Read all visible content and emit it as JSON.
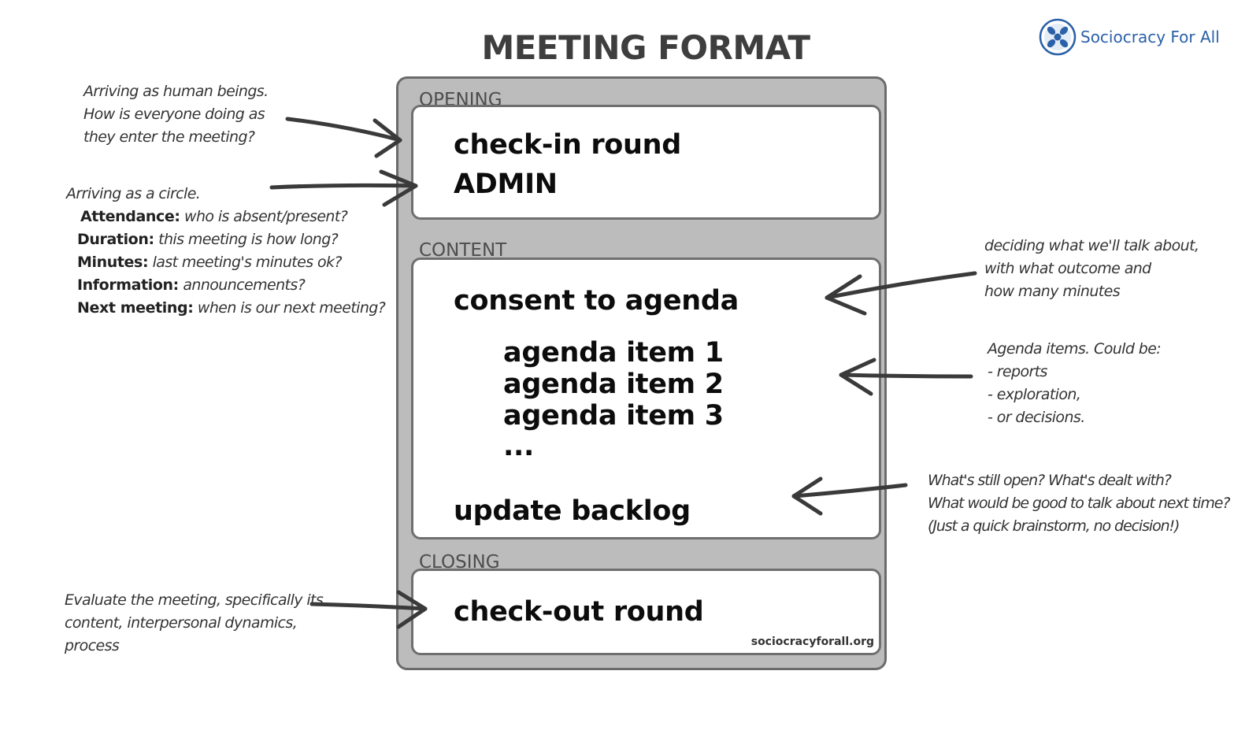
{
  "title": "MEETING FORMAT",
  "logo": {
    "text": "Sociocracy For All",
    "icon": "sociocracy-logo-icon",
    "color": "#2b61a8"
  },
  "sections": {
    "opening": {
      "label": "OPENING",
      "items": [
        "check-in round",
        "ADMIN"
      ]
    },
    "content": {
      "label": "CONTENT",
      "consent": "consent to agenda",
      "agenda_items": [
        "agenda item 1",
        "agenda item 2",
        "agenda item 3",
        "..."
      ],
      "update": "update backlog"
    },
    "closing": {
      "label": "CLOSING",
      "item": "check-out round",
      "url": "sociocracyforall.org"
    }
  },
  "notes": {
    "checkin": [
      "Arriving as human beings.",
      "How is everyone doing as",
      "they enter the meeting?"
    ],
    "admin": {
      "intro": "Arriving as a circle.",
      "items": [
        {
          "key": "Attendance:",
          "text": "who is absent/present?"
        },
        {
          "key": "Duration:",
          "text": "this meeting is how long?"
        },
        {
          "key": "Minutes:",
          "text": "last meeting's minutes ok?"
        },
        {
          "key": "Information:",
          "text": "announcements?"
        },
        {
          "key": "Next meeting:",
          "text": "when is our next meeting?"
        }
      ]
    },
    "consent": [
      "deciding what we'll talk about,",
      "with what outcome and",
      "how many minutes"
    ],
    "agenda": [
      "Agenda items. Could be:",
      "- reports",
      "- exploration,",
      "- or decisions."
    ],
    "backlog": [
      "What's still open? What's dealt with?",
      "What would be good to talk about next time?",
      "(Just a quick brainstorm, no decision!)"
    ],
    "checkout": [
      "Evaluate the meeting, specifically its",
      "content, interpersonal dynamics,",
      "process"
    ]
  },
  "colors": {
    "frame": "#bcbcbc",
    "frame_border": "#6b6b6b",
    "panel": "#ffffff",
    "title": "#3e3e3e"
  }
}
